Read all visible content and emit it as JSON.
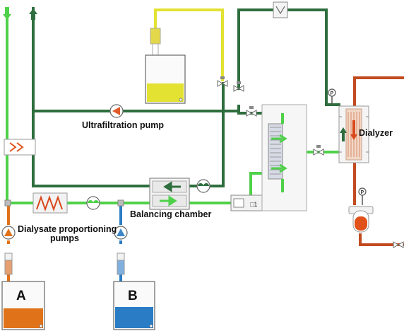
{
  "labels": {
    "ultrafiltration_pump": "Ultrafiltration pump",
    "dialyzer": "Dialyzer",
    "balancing_chamber": "Balancing chamber",
    "dialysate_pumps_line1": "Dialysate proportioning",
    "dialysate_pumps_line2": "pumps"
  },
  "tanks": {
    "a": "A",
    "b": "B"
  },
  "colors": {
    "fresh_dialysate": "#4fd14a",
    "used_dialysate": "#2e6e3e",
    "concentrate_a": "#e0731a",
    "concentrate_b": "#2a7dc4",
    "ultrafiltrate": "#e3e233",
    "blood": "#c24a20",
    "pump_a": "#e0731a",
    "pump_b": "#3f86c8",
    "uf_pump": "#e05a2a"
  },
  "icons": [
    "arrow-down-icon",
    "arrow-up-icon",
    "heater-icon",
    "heat-exchanger-icon",
    "valve-icon",
    "pressure-gauge-icon",
    "pump-icon",
    "filter-icon"
  ]
}
